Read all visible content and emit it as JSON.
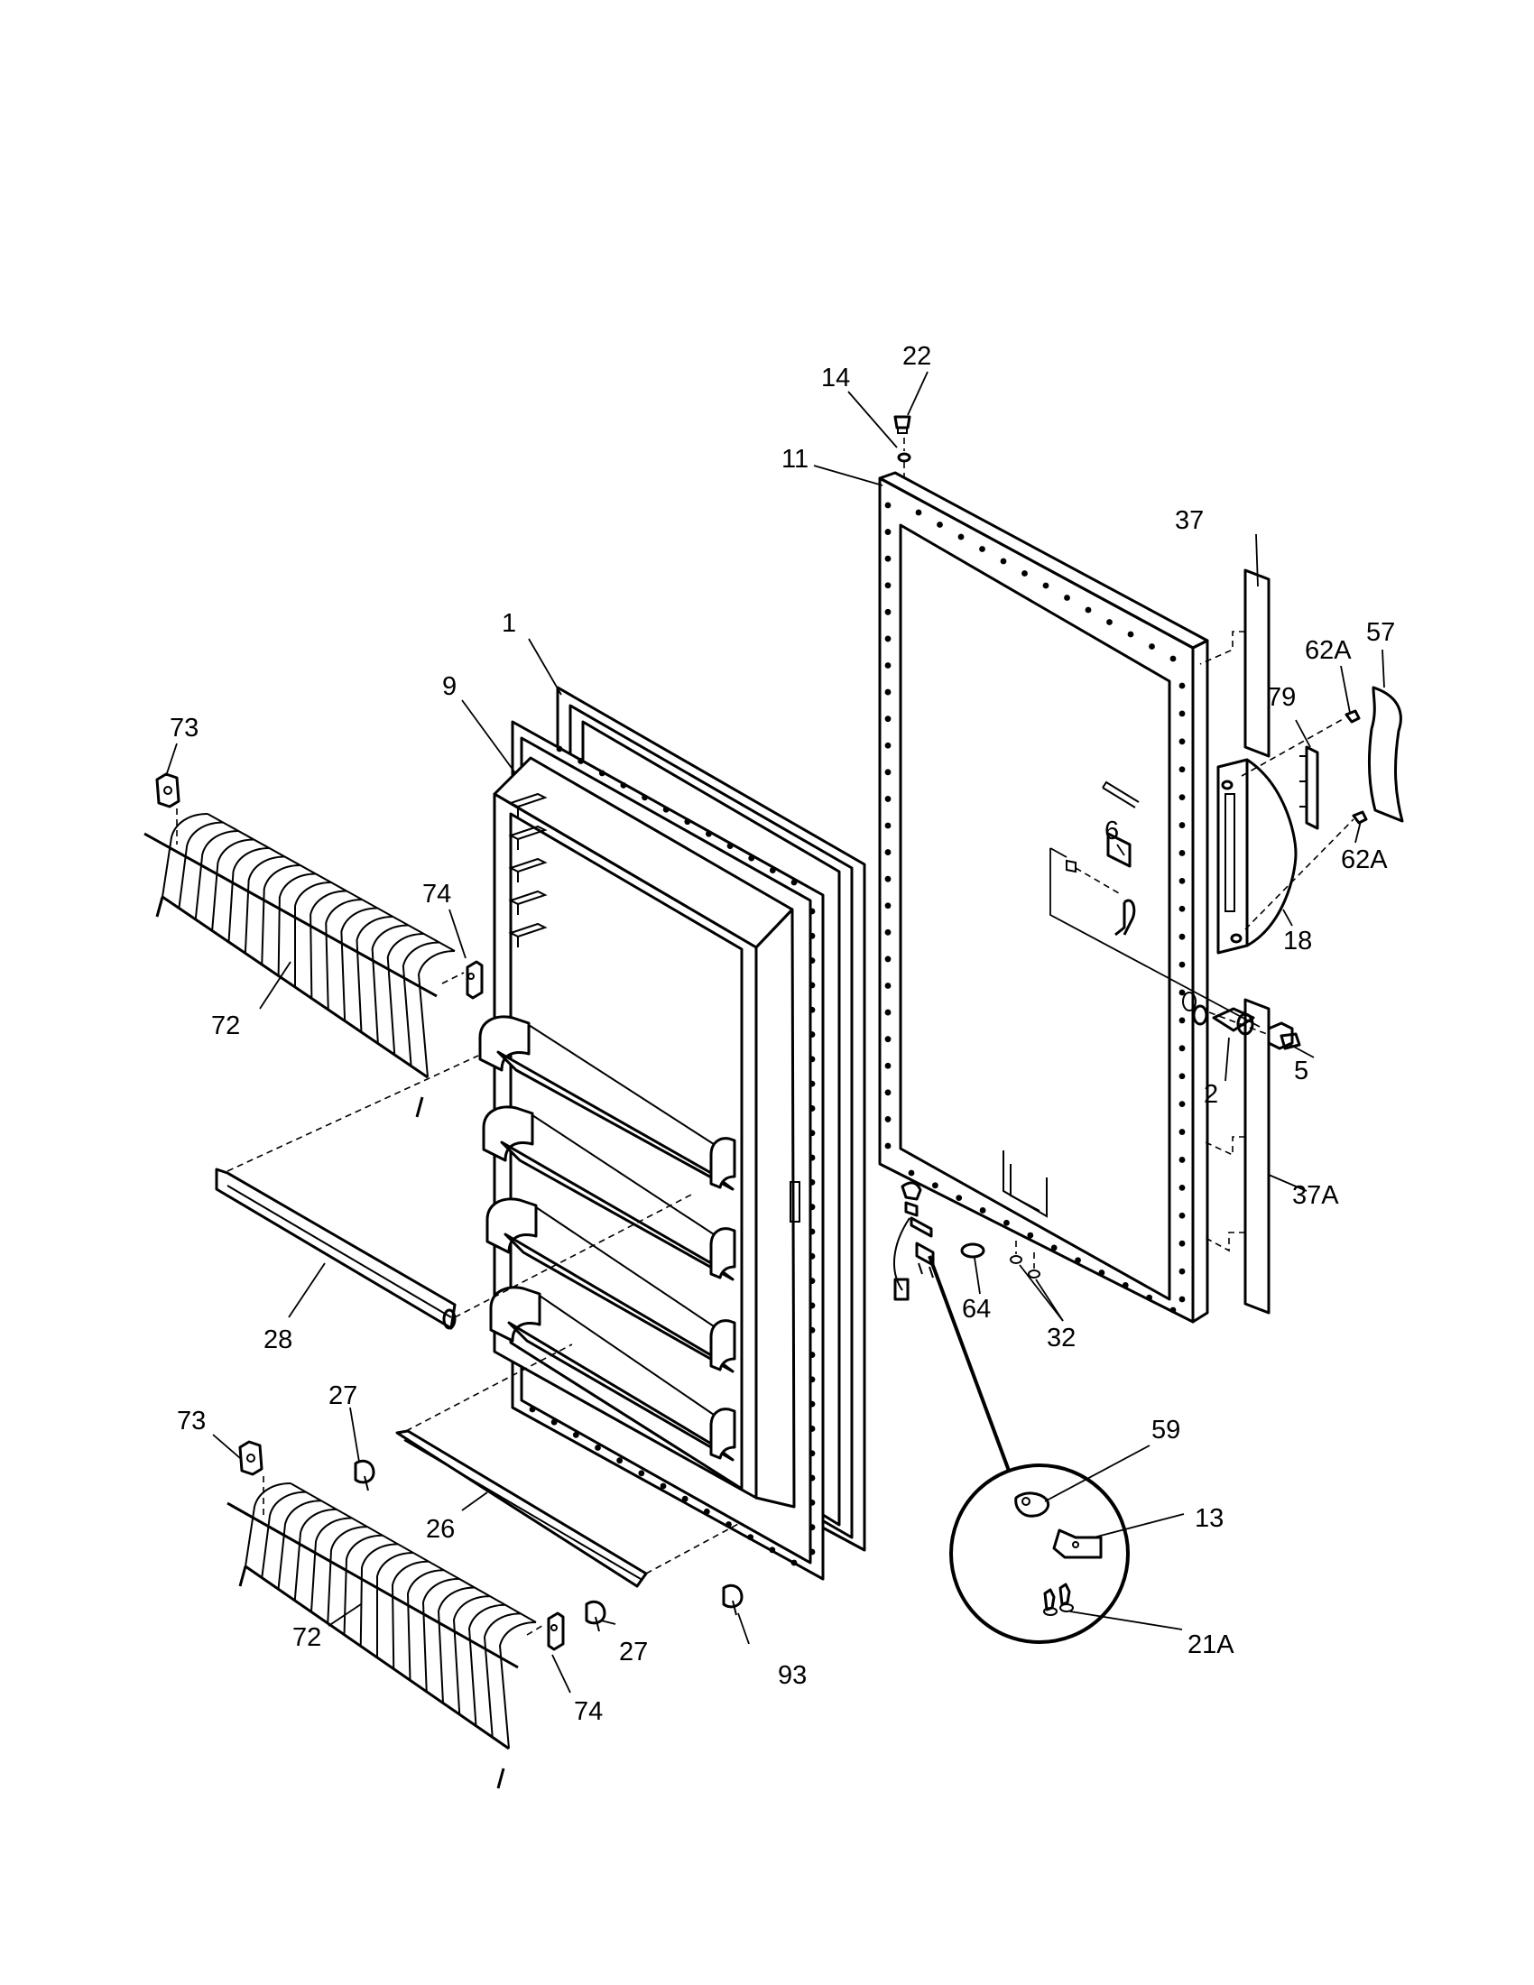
{
  "diagram": {
    "labels": {
      "l1": "1",
      "l2": "2",
      "l5": "5",
      "l6": "6",
      "l9": "9",
      "l11": "11",
      "l13": "13",
      "l14": "14",
      "l18": "18",
      "l21a": "21A",
      "l22": "22",
      "l26": "26",
      "l27a": "27",
      "l27b": "27",
      "l28": "28",
      "l32": "32",
      "l37": "37",
      "l37a": "37A",
      "l57": "57",
      "l59": "59",
      "l62a_top": "62A",
      "l62a_bot": "62A",
      "l64": "64",
      "l72a": "72",
      "l72b": "72",
      "l73a": "73",
      "l73b": "73",
      "l74a": "74",
      "l74b": "74",
      "l79": "79",
      "l93": "93"
    }
  }
}
